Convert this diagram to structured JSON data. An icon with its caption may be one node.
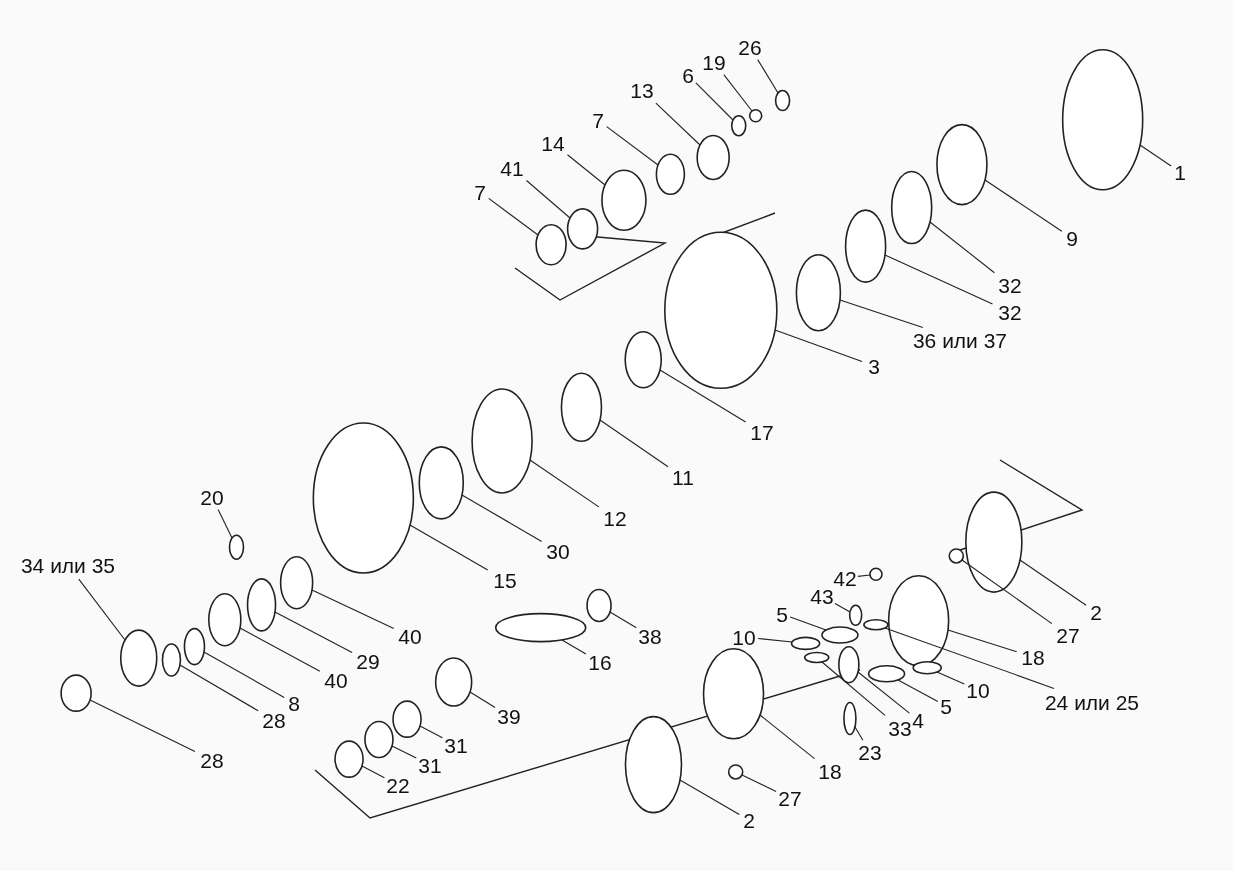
{
  "diagram": {
    "nodes": [
      {
        "text": [
          "26"
        ]
      },
      {
        "text": [
          "19"
        ]
      },
      {
        "text": [
          "6"
        ]
      },
      {
        "text": [
          "13"
        ]
      },
      {
        "text": [
          "7"
        ]
      },
      {
        "text": [
          "14"
        ]
      },
      {
        "text": [
          "41"
        ]
      },
      {
        "text": [
          "7"
        ]
      },
      {
        "text": [
          "1"
        ]
      },
      {
        "text": [
          "9"
        ]
      },
      {
        "text": [
          "32"
        ]
      },
      {
        "text": [
          "32"
        ]
      },
      {
        "text": [
          "36 или 37"
        ]
      },
      {
        "text": [
          "3"
        ]
      },
      {
        "text": [
          "17"
        ]
      },
      {
        "text": [
          "11"
        ]
      },
      {
        "text": [
          "12"
        ]
      },
      {
        "text": [
          "30"
        ]
      },
      {
        "text": [
          "20"
        ]
      },
      {
        "text": [
          "15"
        ]
      },
      {
        "text": [
          "34 или 35"
        ]
      },
      {
        "text": [
          "40"
        ]
      },
      {
        "text": [
          "29"
        ]
      },
      {
        "text": [
          "40"
        ]
      },
      {
        "text": [
          "8"
        ]
      },
      {
        "text": [
          "28"
        ]
      },
      {
        "text": [
          "28"
        ]
      },
      {
        "text": [
          "38"
        ]
      },
      {
        "text": [
          "16"
        ]
      },
      {
        "text": [
          "39"
        ]
      },
      {
        "text": [
          "31"
        ]
      },
      {
        "text": [
          "31"
        ]
      },
      {
        "text": [
          "22"
        ]
      },
      {
        "text": [
          "42"
        ]
      },
      {
        "text": [
          "43"
        ]
      },
      {
        "text": [
          "5"
        ]
      },
      {
        "text": [
          "10"
        ]
      },
      {
        "text": [
          "2"
        ]
      },
      {
        "text": [
          "27"
        ]
      },
      {
        "text": [
          "18"
        ]
      },
      {
        "text": [
          "24 или 25"
        ]
      },
      {
        "text": [
          "10"
        ]
      },
      {
        "text": [
          "5"
        ]
      },
      {
        "text": [
          "4"
        ]
      },
      {
        "text": [
          "33"
        ]
      },
      {
        "text": [
          "23"
        ]
      },
      {
        "text": [
          "18"
        ]
      },
      {
        "text": [
          "27"
        ]
      },
      {
        "text": [
          "2"
        ]
      },
      {
        "text": [],
        "shape": "circle"
      },
      {
        "text": [],
        "shape": "circle"
      },
      {
        "text": [],
        "shape": "circle"
      },
      {
        "text": [],
        "shape": "circle"
      },
      {
        "text": [],
        "shape": "circle"
      },
      {
        "text": [],
        "shape": "circle"
      },
      {
        "text": [],
        "shape": "circle"
      },
      {
        "text": [],
        "shape": "circle"
      },
      {
        "text": [],
        "shape": "circle"
      },
      {
        "text": [],
        "shape": "circle"
      },
      {
        "text": [],
        "shape": "circle"
      },
      {
        "text": [],
        "shape": "circle"
      },
      {
        "text": [],
        "shape": "circle"
      },
      {
        "text": [],
        "shape": "circle"
      },
      {
        "text": [],
        "shape": "circle"
      },
      {
        "text": [],
        "shape": "circle"
      },
      {
        "text": [],
        "shape": "circle"
      },
      {
        "text": [],
        "shape": "circle"
      },
      {
        "text": [],
        "shape": "circle"
      },
      {
        "text": [],
        "shape": "circle"
      },
      {
        "text": [],
        "shape": "circle"
      },
      {
        "text": [],
        "shape": "circle"
      },
      {
        "text": [],
        "shape": "circle"
      },
      {
        "text": [],
        "shape": "circle"
      },
      {
        "text": [],
        "shape": "circle"
      },
      {
        "text": [],
        "shape": "circle"
      },
      {
        "text": [],
        "shape": "circle"
      },
      {
        "text": [],
        "shape": "circle"
      },
      {
        "text": [],
        "shape": "circle"
      },
      {
        "text": [],
        "shape": "circle"
      },
      {
        "text": [],
        "shape": "circle"
      },
      {
        "text": [],
        "shape": "circle"
      },
      {
        "text": [],
        "shape": "circle"
      },
      {
        "text": [],
        "shape": "circle"
      },
      {
        "text": [],
        "shape": "circle"
      },
      {
        "text": [],
        "shape": "circle"
      },
      {
        "text": [],
        "shape": "circle"
      },
      {
        "text": [],
        "shape": "circle"
      },
      {
        "text": [],
        "shape": "circle"
      },
      {
        "text": [],
        "shape": "circle"
      },
      {
        "text": [],
        "shape": "circle"
      },
      {
        "text": [],
        "shape": "circle"
      },
      {
        "text": [],
        "shape": "circle"
      },
      {
        "text": [],
        "shape": "circle"
      },
      {
        "text": [],
        "shape": "circle"
      },
      {
        "text": [],
        "shape": "circle"
      },
      {
        "text": [],
        "shape": "circle"
      },
      {
        "text": [],
        "shape": "circle"
      },
      {
        "text": [],
        "shape": "circle"
      }
    ],
    "edges": [
      {
        "from": 0,
        "to": 49,
        "arrow": "none"
      },
      {
        "from": 1,
        "to": 50,
        "arrow": "none"
      },
      {
        "from": 2,
        "to": 51,
        "arrow": "none"
      },
      {
        "from": 3,
        "to": 52,
        "arrow": "none"
      },
      {
        "from": 4,
        "to": 53,
        "arrow": "none"
      },
      {
        "from": 5,
        "to": 54,
        "arrow": "none"
      },
      {
        "from": 6,
        "to": 55,
        "arrow": "none"
      },
      {
        "from": 7,
        "to": 56,
        "arrow": "none"
      },
      {
        "from": 8,
        "to": 57,
        "arrow": "none"
      },
      {
        "from": 9,
        "to": 58,
        "arrow": "none"
      },
      {
        "from": 10,
        "to": 59,
        "arrow": "none"
      },
      {
        "from": 11,
        "to": 60,
        "arrow": "none"
      },
      {
        "from": 12,
        "to": 61,
        "arrow": "none"
      },
      {
        "from": 13,
        "to": 62,
        "arrow": "none"
      },
      {
        "from": 14,
        "to": 63,
        "arrow": "none"
      },
      {
        "from": 15,
        "to": 64,
        "arrow": "none"
      },
      {
        "from": 16,
        "to": 65,
        "arrow": "none"
      },
      {
        "from": 17,
        "to": 66,
        "arrow": "none"
      },
      {
        "from": 18,
        "to": 67,
        "arrow": "none"
      },
      {
        "from": 19,
        "to": 68,
        "arrow": "none"
      },
      {
        "from": 20,
        "to": 69,
        "arrow": "none"
      },
      {
        "from": 21,
        "to": 70,
        "arrow": "none"
      },
      {
        "from": 22,
        "to": 71,
        "arrow": "none"
      },
      {
        "from": 23,
        "to": 72,
        "arrow": "none"
      },
      {
        "from": 24,
        "to": 73,
        "arrow": "none"
      },
      {
        "from": 25,
        "to": 74,
        "arrow": "none"
      },
      {
        "from": 26,
        "to": 75,
        "arrow": "none"
      },
      {
        "from": 27,
        "to": 76,
        "arrow": "none"
      },
      {
        "from": 28,
        "to": 77,
        "arrow": "none"
      },
      {
        "from": 29,
        "to": 78,
        "arrow": "none"
      },
      {
        "from": 30,
        "to": 79,
        "arrow": "none"
      },
      {
        "from": 31,
        "to": 80,
        "arrow": "none"
      },
      {
        "from": 32,
        "to": 81,
        "arrow": "none"
      },
      {
        "from": 33,
        "to": 82,
        "arrow": "none"
      },
      {
        "from": 34,
        "to": 83,
        "arrow": "none"
      },
      {
        "from": 35,
        "to": 84,
        "arrow": "none"
      },
      {
        "from": 36,
        "to": 85,
        "arrow": "none"
      },
      {
        "from": 37,
        "to": 86,
        "arrow": "none"
      },
      {
        "from": 38,
        "to": 87,
        "arrow": "none"
      },
      {
        "from": 39,
        "to": 88,
        "arrow": "none"
      },
      {
        "from": 40,
        "to": 89,
        "arrow": "none"
      },
      {
        "from": 41,
        "to": 90,
        "arrow": "none"
      },
      {
        "from": 42,
        "to": 91,
        "arrow": "none"
      },
      {
        "from": 43,
        "to": 92,
        "arrow": "none"
      },
      {
        "from": 44,
        "to": 93,
        "arrow": "none"
      },
      {
        "from": 45,
        "to": 94,
        "arrow": "none"
      },
      {
        "from": 46,
        "to": 95,
        "arrow": "none"
      },
      {
        "from": 47,
        "to": 96,
        "arrow": "none"
      },
      {
        "from": 48,
        "to": 97,
        "arrow": "none"
      }
    ]
  }
}
